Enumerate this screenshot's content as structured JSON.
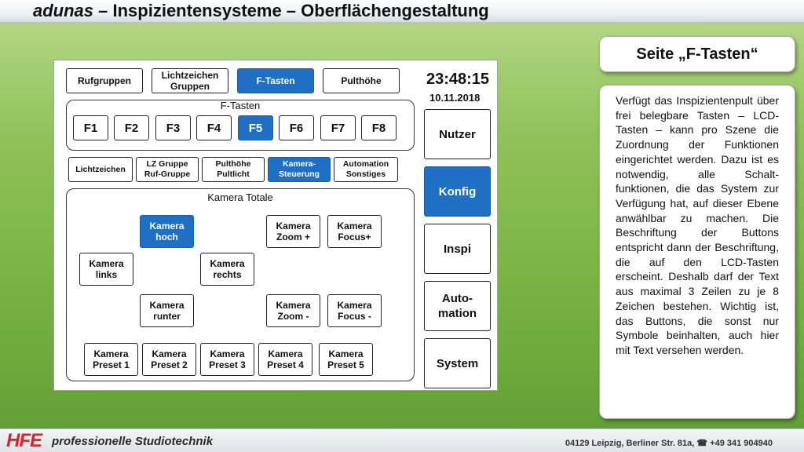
{
  "slide": {
    "brand": "adunas",
    "title_rest": " – Inspizientensysteme – Oberflächengestaltung"
  },
  "top_tabs": [
    "Rufgruppen",
    "Lichtzeichen\nGruppen",
    "F-Tasten",
    "Pulthöhe"
  ],
  "active_top_tab": "F-Tasten",
  "clock": {
    "time": "23:48:15",
    "date": "10.11.2018"
  },
  "ftasten": {
    "label": "F-Tasten",
    "keys": [
      "F1",
      "F2",
      "F3",
      "F4",
      "F5",
      "F6",
      "F7",
      "F8"
    ],
    "active": "F5"
  },
  "sub_tabs": [
    "Lichtzeichen",
    "LZ Gruppe\nRuf-Gruppe",
    "Pulthöhe\nPultlicht",
    "Kamera-\nSteuerung",
    "Automation\nSonstiges"
  ],
  "active_sub_tab": "Kamera-\nSteuerung",
  "camera": {
    "label": "Kamera Totale",
    "hoch": "Kamera\nhoch",
    "zoom_plus": "Kamera\nZoom +",
    "focus_plus": "Kamera\nFocus+",
    "links": "Kamera\nlinks",
    "rechts": "Kamera\nrechts",
    "runter": "Kamera\nrunter",
    "zoom_minus": "Kamera\nZoom -",
    "focus_minus": "Kamera\nFocus -",
    "presets": [
      "Kamera\nPreset 1",
      "Kamera\nPreset 2",
      "Kamera\nPreset 3",
      "Kamera\nPreset 4",
      "Kamera\nPreset 5"
    ]
  },
  "side_menu": [
    "Nutzer",
    "Konfig",
    "Inspi",
    "Auto-\nmation",
    "System"
  ],
  "active_side_menu": "Konfig",
  "page_label": "Seite „F-Tasten“",
  "description": "Verfügt das Inspizientenpult über frei belegbare Tasten – LCD-Tasten – kann pro Szene die Zuordnung der Funktionen eingerichtet werden. Dazu ist es notwendig, alle Schalt-funktionen, die das System zur Verfügung hat, auf dieser Ebene anwählbar zu machen. Die Beschriftung der Buttons entspricht dann der Beschriftung, die auf den LCD-Tasten erscheint. Deshalb darf der Text aus maximal 3 Zeilen zu je 8 Zeichen bestehen. Wichtig ist, das Buttons, die sonst nur Symbole beinhalten, auch hier mit Text versehen werden.",
  "footer": {
    "logo": "HFE",
    "brand": "professionelle Studiotechnik",
    "address": "04129 Leipzig, Berliner Str. 81a, ☎ +49 341 904940"
  },
  "colors": {
    "active_blue": "#1f6fc4",
    "background_green": "#7bb445"
  }
}
